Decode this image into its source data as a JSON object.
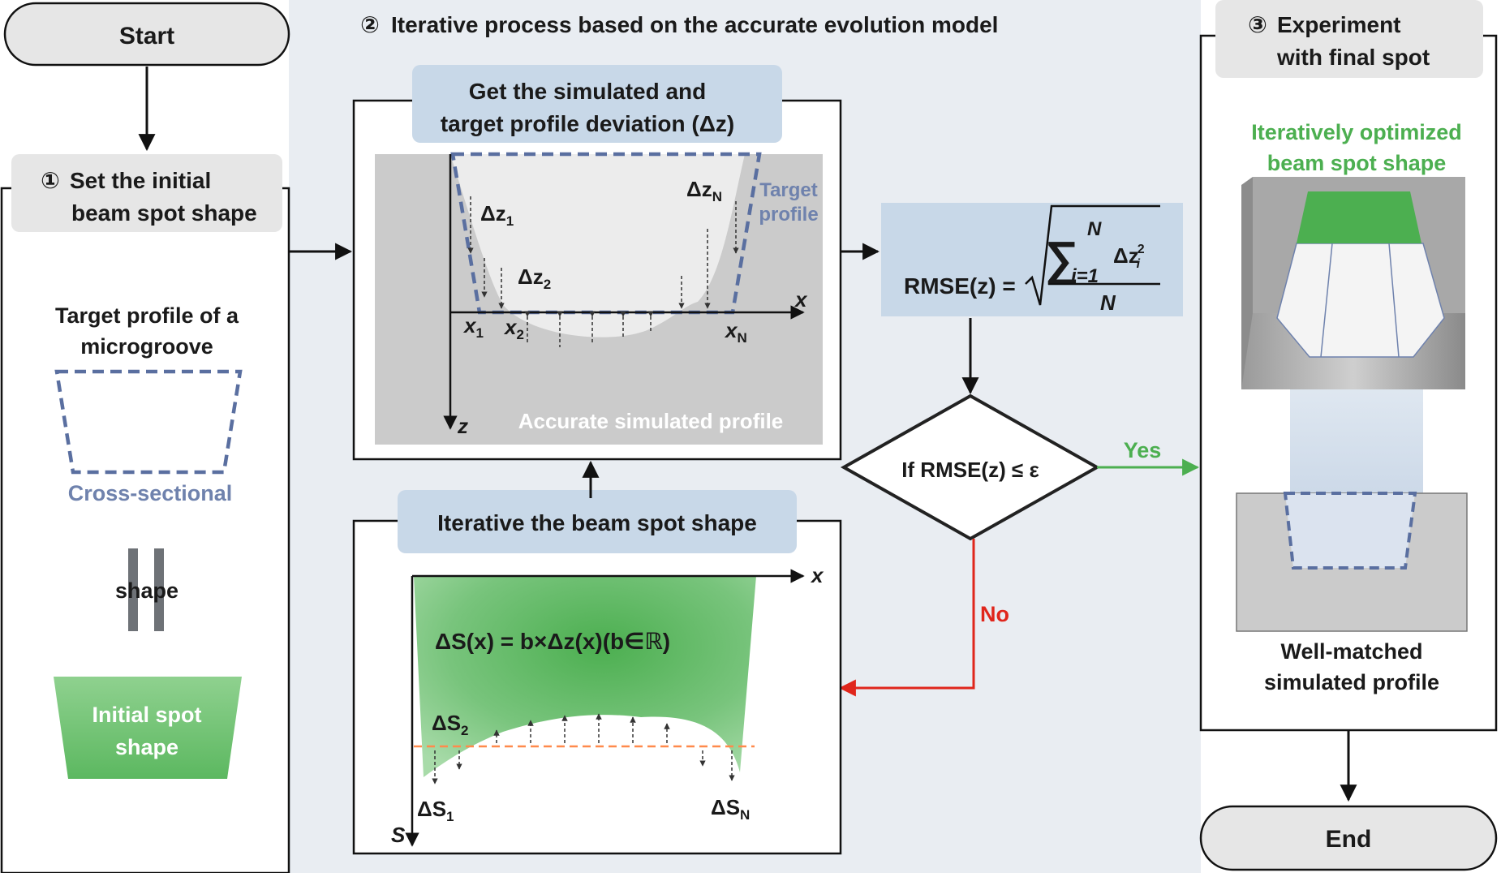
{
  "nodes": {
    "start": "Start",
    "end": "End"
  },
  "section1": {
    "number": "①",
    "title_line1": "Set the initial",
    "title_line2": "beam spot shape",
    "target_line1": "Target profile of a",
    "target_line2": "microgroove",
    "cross_sectional": "Cross-sectional",
    "equals_symbol": "=",
    "shape_word": "shape",
    "initial_line1": "Initial spot",
    "initial_line2": "shape"
  },
  "section2": {
    "number": "②",
    "title": "Iterative process based on the accurate evolution model",
    "deviation_line1": "Get the simulated and",
    "deviation_line2": "target profile deviation (Δz)",
    "target_profile_line1": "Target",
    "target_profile_line2": "profile",
    "accurate_profile": "Accurate simulated profile",
    "axis_x": "x",
    "axis_z": "z",
    "x1": "x",
    "x1_sub": "1",
    "x2": "x",
    "x2_sub": "2",
    "xN": "x",
    "xN_sub": "N",
    "dz1": "Δz",
    "dz1_sub": "1",
    "dz2": "Δz",
    "dz2_sub": "2",
    "dzN": "Δz",
    "dzN_sub": "N",
    "rmse_lhs": "RMSE(z) =",
    "rmse_sum_upper": "N",
    "rmse_sum_lower": "i=1",
    "rmse_term": "Δz",
    "rmse_term_sup": "2",
    "rmse_term_sub": "i",
    "rmse_denominator": "N",
    "decision": "If RMSE(z) ≤ ε",
    "yes": "Yes",
    "no": "No",
    "iterate_title": "Iterative the beam spot shape",
    "formula": "ΔS(x) = b×Δz(x)(b∈ℝ)",
    "axis_s_x": "x",
    "axis_s": "S",
    "ds1": "ΔS",
    "ds1_sub": "1",
    "ds2": "ΔS",
    "ds2_sub": "2",
    "dsN": "ΔS",
    "dsN_sub": "N"
  },
  "section3": {
    "number": "③",
    "title_line1": "Experiment",
    "title_line2": "with final spot",
    "optimized_line1": "Iteratively optimized",
    "optimized_line2": "beam spot shape",
    "matched_line1": "Well-matched",
    "matched_line2": "simulated profile"
  },
  "colors": {
    "panel_bg": "#e9edf2",
    "label_bg": "#c8d8e8",
    "dashed_blue": "#5a6fa0",
    "green": "#4caf50",
    "red": "#e0261c",
    "profile_gray": "#cbcbcb"
  }
}
